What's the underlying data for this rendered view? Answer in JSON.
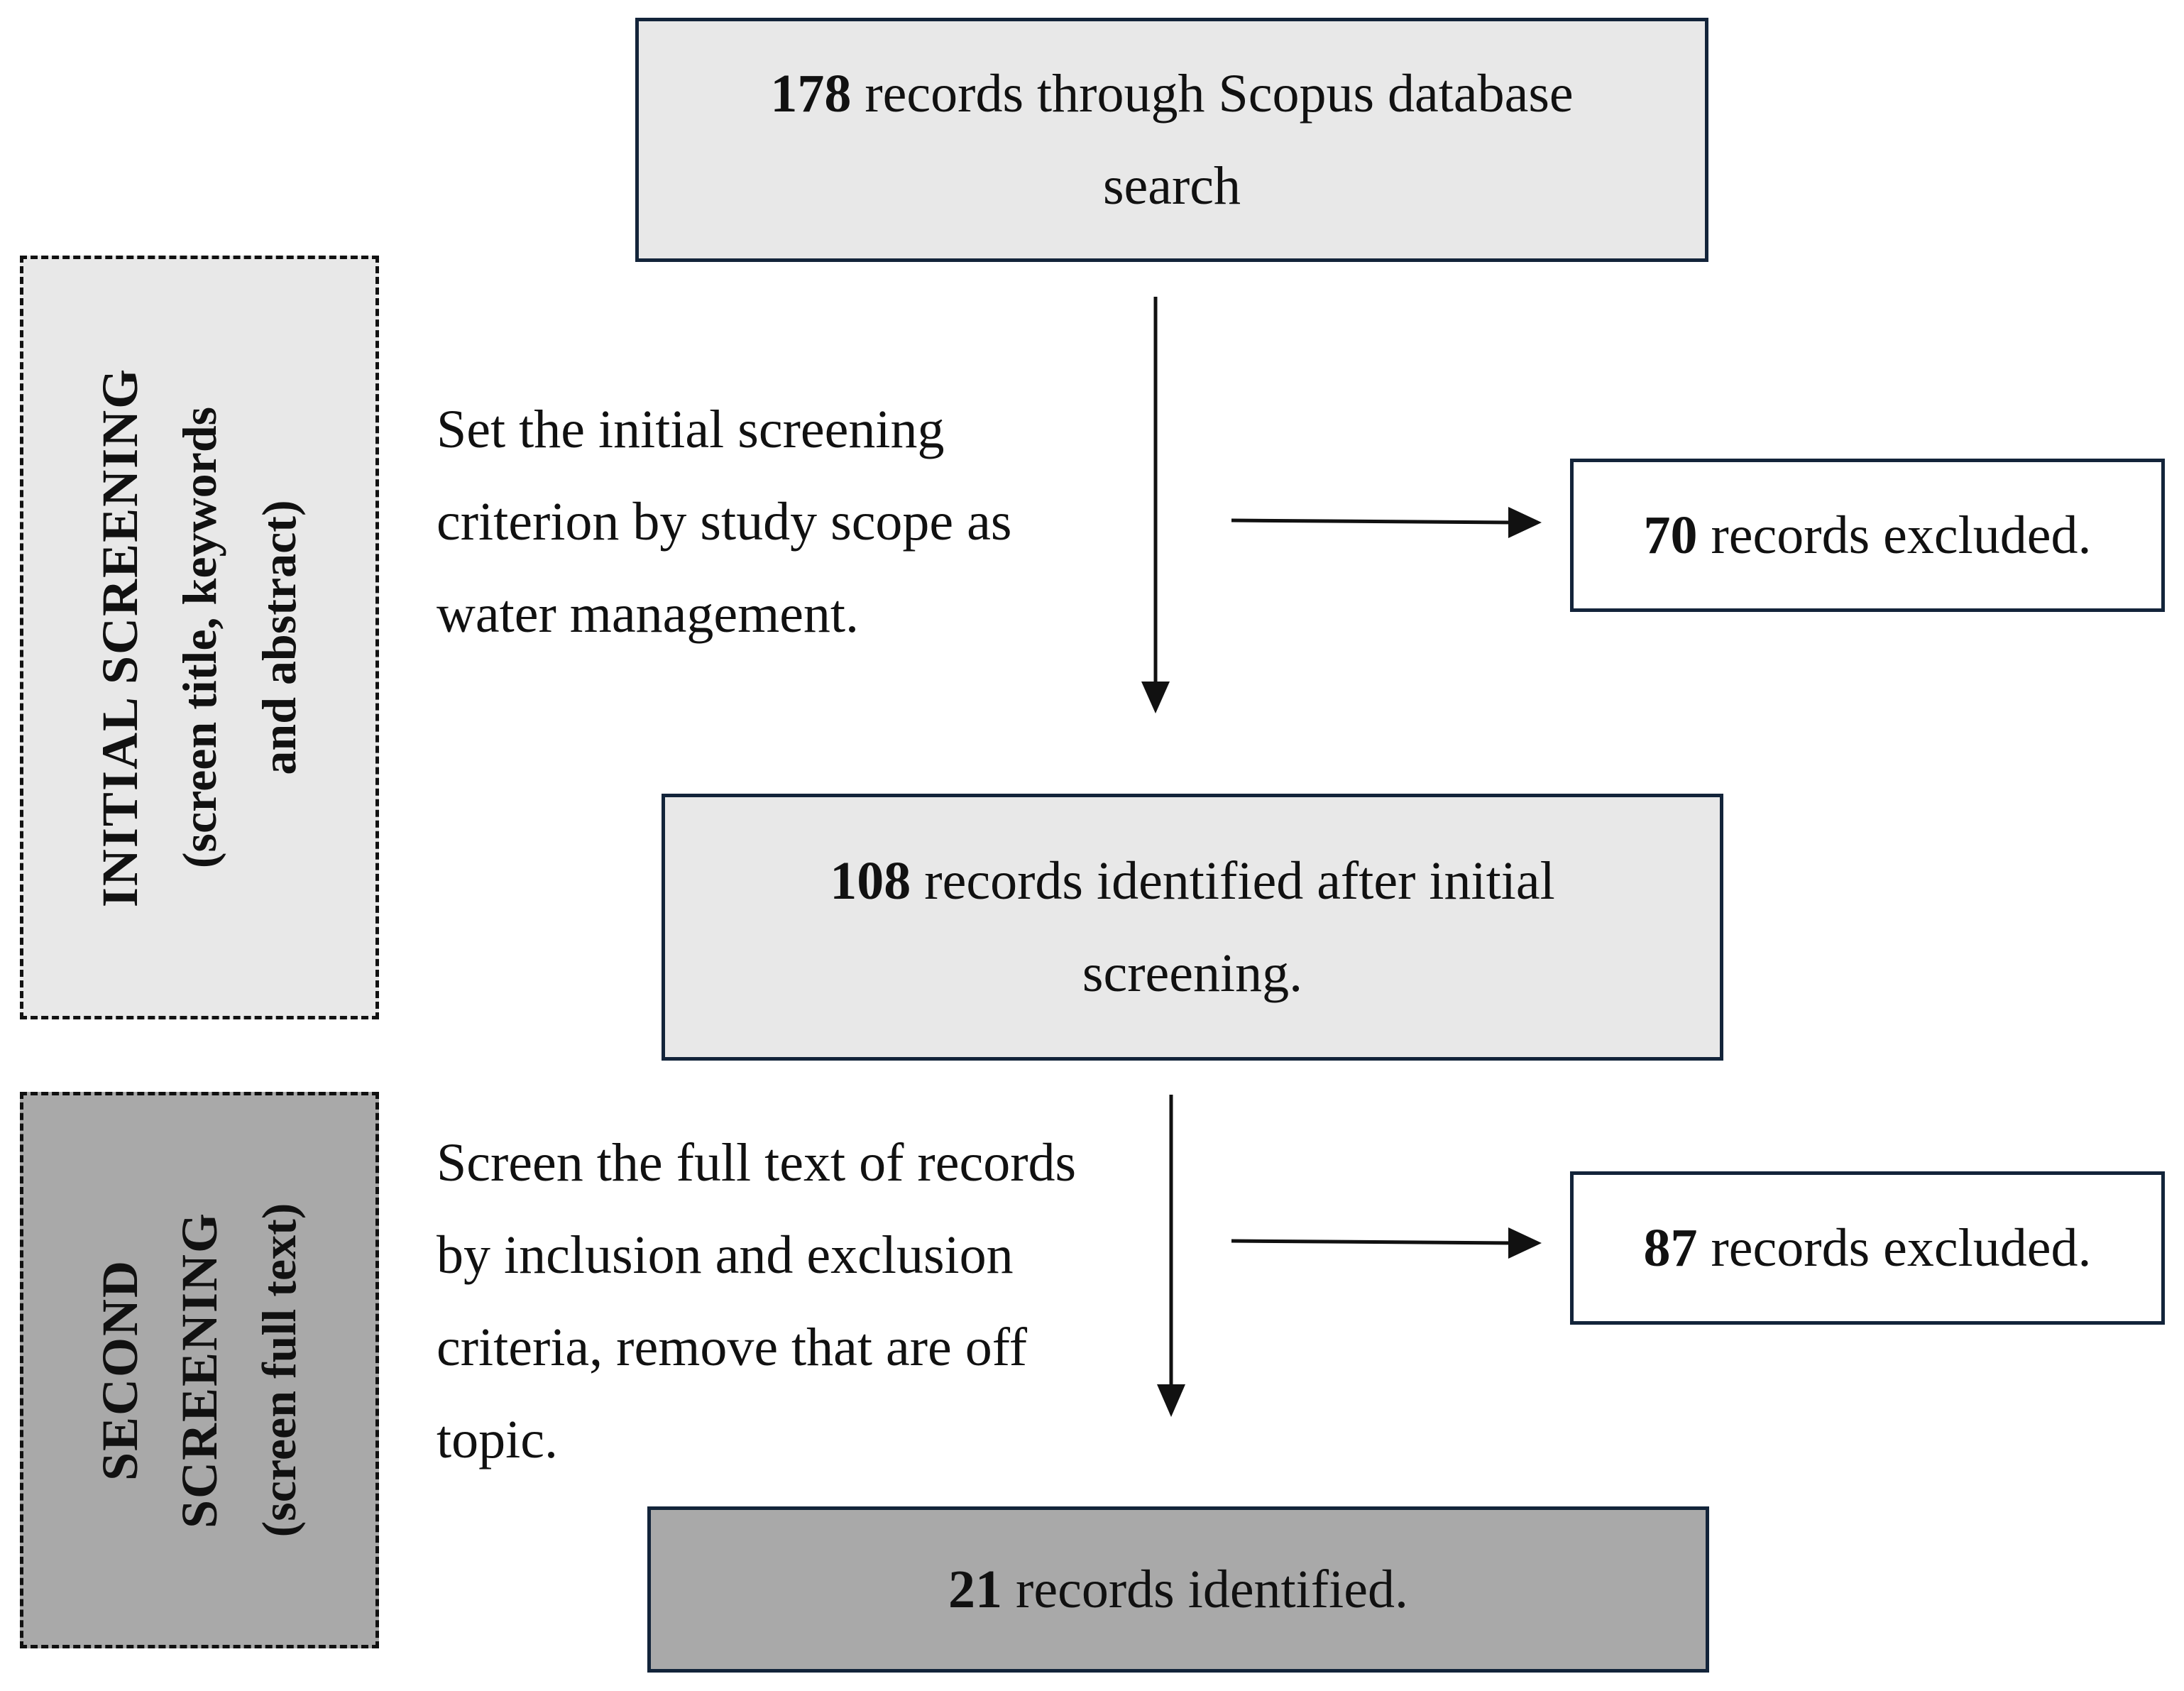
{
  "phases": {
    "initial": {
      "title": "INITIAL SCREENING",
      "detail_line1": "(screen title, keywords",
      "detail_line2": "and abstract)"
    },
    "second": {
      "title_line1": "SECOND",
      "title_line2": "SCREENING",
      "detail": "(screen full text)"
    }
  },
  "flow": {
    "search": {
      "count": "178",
      "line1_rest": " records through Scopus database",
      "line2": "search"
    },
    "after_initial": {
      "count": "108",
      "line1_rest": " records identified after initial",
      "line2": "screening."
    },
    "final": {
      "count": "21",
      "rest": " records identified."
    }
  },
  "exclusions": {
    "first": {
      "count": "70",
      "rest": " records excluded."
    },
    "second": {
      "count": "87",
      "rest": " records excluded."
    }
  },
  "criteria": {
    "initial": [
      "Set the initial screening",
      "criterion by study scope as",
      "water management."
    ],
    "second": [
      "Screen the full text of records",
      "by inclusion and exclusion",
      "criteria, remove that are off",
      "topic."
    ]
  },
  "colors": {
    "light_box": "#e8e8e8",
    "dark_box": "#a9a9a9",
    "border": "#13243a"
  }
}
